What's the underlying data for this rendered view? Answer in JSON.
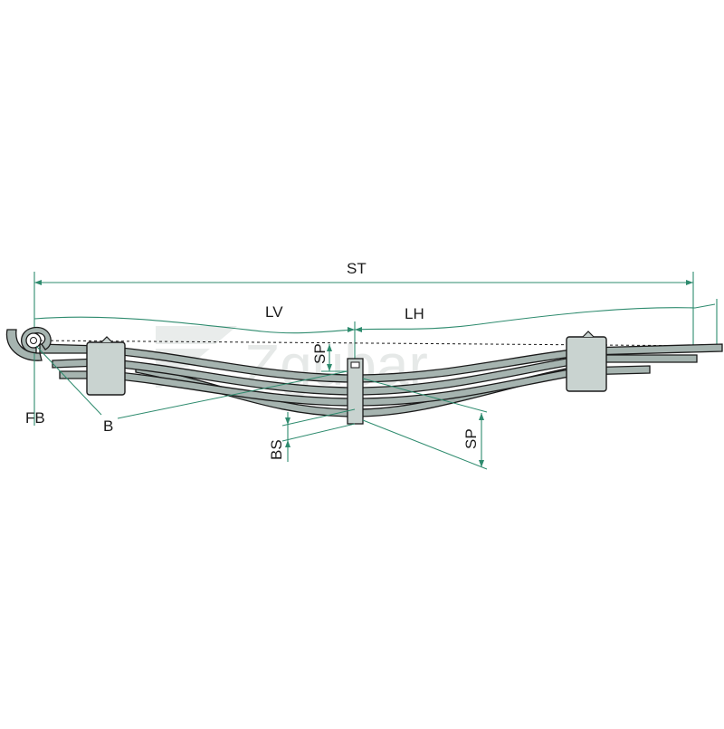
{
  "labels": {
    "st": "ST",
    "lv": "LV",
    "lh": "LH",
    "fb": "FB",
    "b": "B",
    "sp_top": "SP",
    "sp_bottom": "SP",
    "bs": "BS"
  },
  "watermark": {
    "text": "Zgubar"
  },
  "colors": {
    "dimension": "#2e8b6e",
    "leaf": "#a6b4b0",
    "outline": "#1a1a1a"
  }
}
